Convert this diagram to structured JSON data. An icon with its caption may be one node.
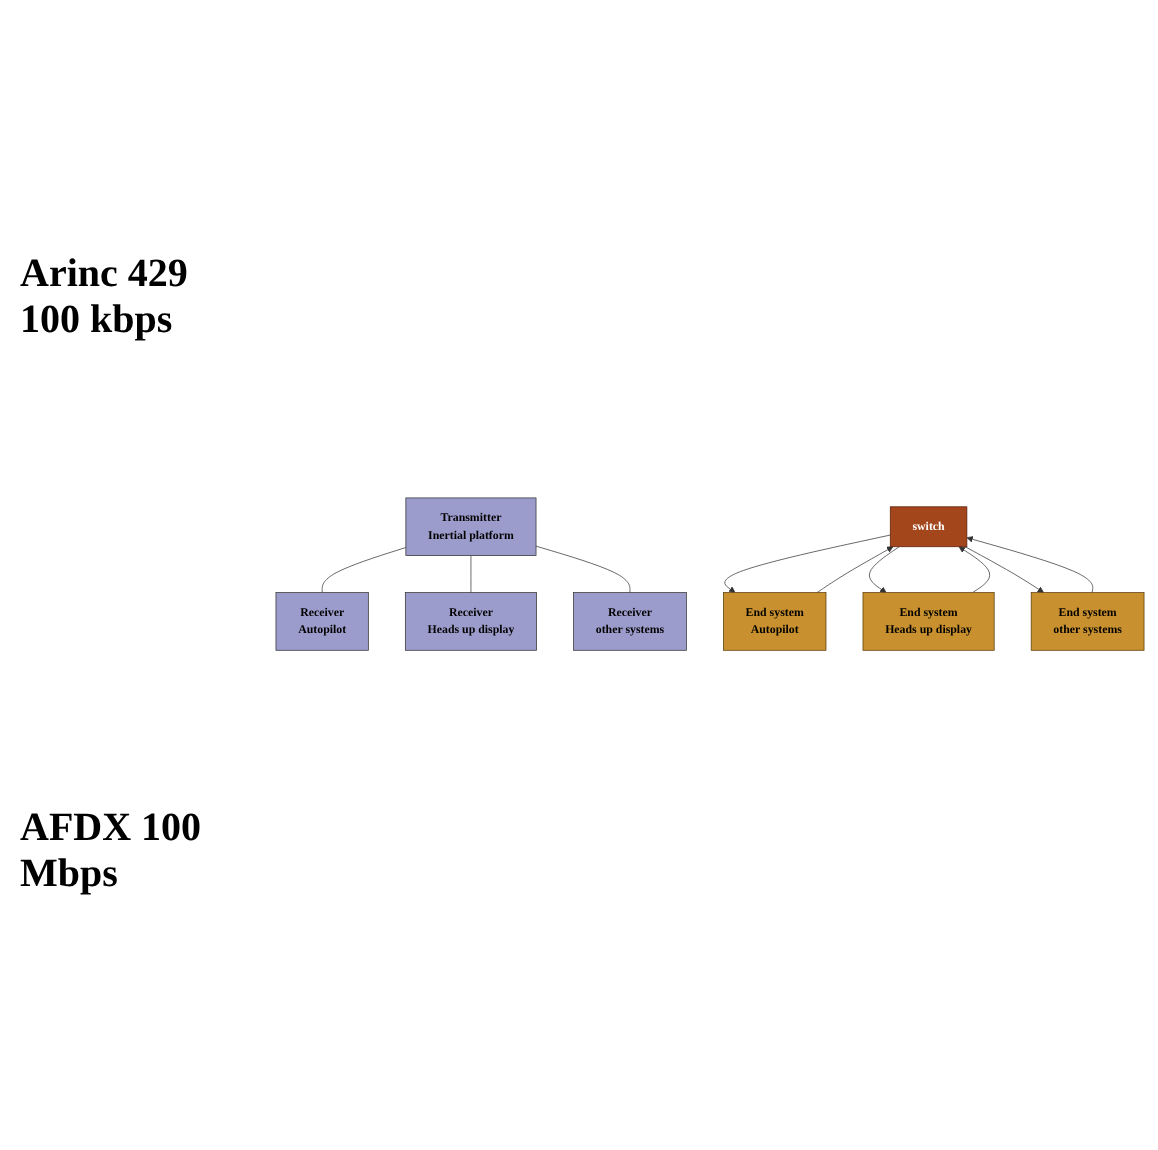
{
  "diagram": {
    "nodes": [
      {
        "text": [
          "Transmitter",
          "Inertial platform"
        ]
      },
      {
        "text": [
          "Receiver",
          "Autopilot"
        ]
      },
      {
        "text": [
          "Receiver",
          "Heads up display"
        ]
      },
      {
        "text": [
          "Receiver",
          "other systems"
        ]
      },
      {
        "text": [
          "switch"
        ]
      },
      {
        "text": [
          "End system",
          "Autopilot"
        ]
      },
      {
        "text": [
          "End system",
          "Heads up display"
        ]
      },
      {
        "text": [
          "End system",
          "other systems"
        ]
      }
    ],
    "edges": [
      {
        "from": 0,
        "to": 1,
        "arrow": "none"
      },
      {
        "from": 0,
        "to": 2,
        "arrow": "none"
      },
      {
        "from": 0,
        "to": 3,
        "arrow": "none"
      },
      {
        "from": 4,
        "to": 5,
        "arrow": "to"
      },
      {
        "from": 5,
        "to": 4,
        "arrow": "to"
      },
      {
        "from": 4,
        "to": 6,
        "arrow": "to"
      },
      {
        "from": 6,
        "to": 4,
        "arrow": "to"
      },
      {
        "from": 4,
        "to": 7,
        "arrow": "to"
      },
      {
        "from": 7,
        "to": 4,
        "arrow": "to"
      }
    ],
    "labels": [
      "Arinc 429 100 kbps",
      "AFDX 100 Mbps"
    ]
  }
}
